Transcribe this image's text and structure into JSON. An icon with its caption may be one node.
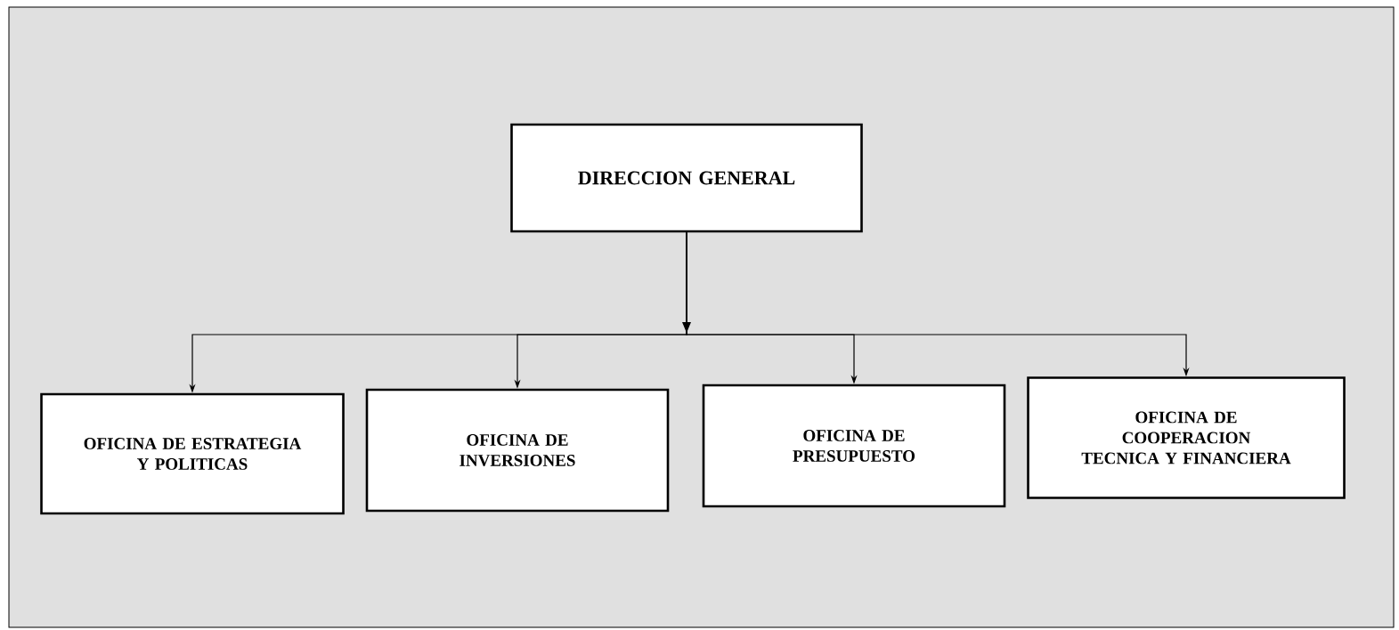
{
  "diagram": {
    "nodes": [
      {
        "text": [
          "DIRECCION GENERAL"
        ]
      },
      {
        "text": [
          "OFICINA DE ESTRATEGIA Y POLITICAS"
        ]
      },
      {
        "text": [
          "OFICINA DE INVERSIONES"
        ]
      },
      {
        "text": [
          "OFICINA DE PRESUPUESTO"
        ]
      },
      {
        "text": [
          "OFICINA DE COOPERACION TECNICA Y FINANCIERA"
        ]
      }
    ],
    "edges": [
      {
        "from": 0,
        "to": 1,
        "arrow": "to"
      },
      {
        "from": 0,
        "to": 2,
        "arrow": "to"
      },
      {
        "from": 0,
        "to": 3,
        "arrow": "to"
      },
      {
        "from": 0,
        "to": 4,
        "arrow": "to"
      }
    ]
  }
}
